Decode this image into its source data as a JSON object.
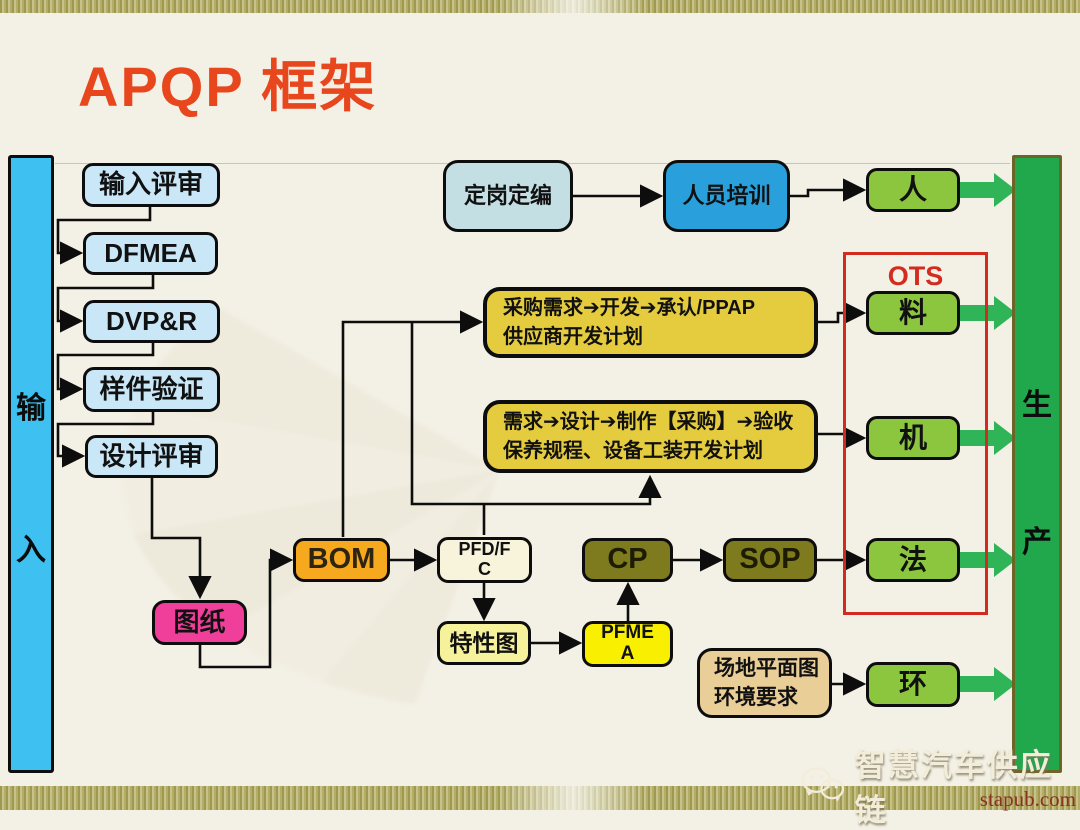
{
  "title": "APQP 框架",
  "left_bar": [
    "输",
    "入"
  ],
  "right_bar": [
    "生",
    "产"
  ],
  "left_chain": [
    "输入评审",
    "DFMEA",
    "DVP&R",
    "样件验证",
    "设计评审"
  ],
  "drawing": "图纸",
  "bom": "BOM",
  "pfd_fc": {
    "line1": "PFD/F",
    "line2": "C"
  },
  "cp": "CP",
  "sop": "SOP",
  "characteristic_diagram": "特性图",
  "pfmea": {
    "line1": "PFME",
    "line2": "A"
  },
  "purchase": {
    "line1": "采购需求➔开发➔承认/PPAP",
    "line2": "供应商开发计划"
  },
  "equipment": {
    "line1": "需求➔设计➔制作【采购】➔验收",
    "line2": "保养规程、设备工装开发计划"
  },
  "site": {
    "line1": "场地平面图",
    "line2": "环境要求"
  },
  "staffing": "定岗定编",
  "training": "人员培训",
  "ots_label": "OTS",
  "outputs": [
    "人",
    "料",
    "机",
    "法",
    "环"
  ],
  "footer": {
    "brand": "智慧汽车供应链",
    "site": "stapub.com"
  },
  "colors": {
    "title": "#E8471D",
    "ots_frame": "#D22B20",
    "input_bar": "#3EC1F0",
    "production_bar": "#21A84D",
    "green_arrow": "#2FB457"
  }
}
